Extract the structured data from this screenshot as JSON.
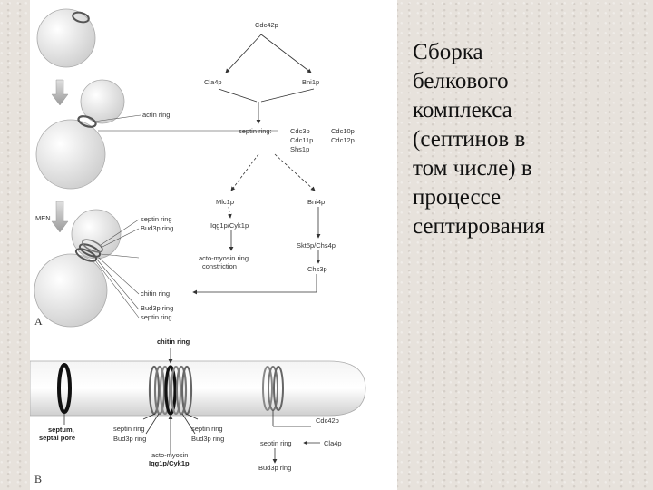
{
  "slide": {
    "text": "Сборка\nбелкового\nкомплекса\n(септинов в\nтом числе) в\nпроцессе\nсептирования"
  },
  "figure": {
    "panel_a": {
      "letter": "A",
      "proteins": {
        "cdc42p": "Cdc42p",
        "cla4p": "Cla4p",
        "bni1p": "Bni1p",
        "septin_prefix": "septin ring:",
        "septin_col1": [
          "Cdc3p",
          "Cdc11p",
          "Shs1p"
        ],
        "septin_col2": [
          "Cdc10p",
          "Cdc12p"
        ],
        "mlc1p": "Mlc1p",
        "bni4p": "Bni4p",
        "iqg1p": "Iqg1p/Cyk1p",
        "skt5p": "Skt5p/Chs4p",
        "actomyosin": [
          "acto-myosin ring",
          "constriction"
        ],
        "chs3p": "Chs3p"
      },
      "cell_labels": {
        "actin_ring": "actin ring",
        "men": "MEN",
        "septin_ring": "septin ring",
        "bud3p_ring": "Bud3p ring",
        "chitin_ring": "chitin ring",
        "bud3p_ring2": "Bud3p ring",
        "septin_ring2": "septin ring"
      }
    },
    "panel_b": {
      "letter": "B",
      "chitin_ring": "chitin ring",
      "septum": [
        "septum,",
        "septal pore"
      ],
      "septin_ring_left": "septin ring",
      "bud3p_left": "Bud3p ring",
      "septin_ring_right": "septin ring",
      "bud3p_right": "Bud3p ring",
      "actomyosin": "acto-myosin",
      "iqg1p": "Iqg1p/Cyk1p",
      "cdc42p": "Cdc42p",
      "septin_ring_bottom": "septin ring",
      "cla4p": "Cla4p",
      "bud3p_bottom": "Bud3p ring"
    }
  },
  "colors": {
    "background": "#e7e2dc",
    "panel": "#ffffff",
    "text": "#111111",
    "ring": "#555555"
  }
}
